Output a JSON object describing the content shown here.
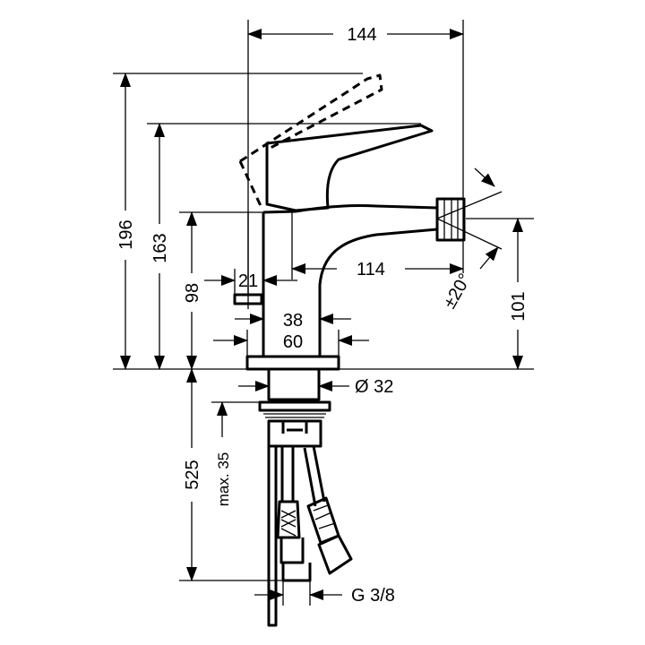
{
  "dimensions": {
    "overall_width": "144",
    "overall_height": "196",
    "lever_height": "163",
    "spout_height": "98",
    "offset_21": "21",
    "reach": "114",
    "spray_angle": "±20°",
    "nozzle_height": "101",
    "body_dia_a": "38",
    "body_dia_b": "60",
    "shank_dia": "Ø 32",
    "total_length": "525",
    "max_thickness": "max. 35",
    "connection": "G 3/8"
  }
}
